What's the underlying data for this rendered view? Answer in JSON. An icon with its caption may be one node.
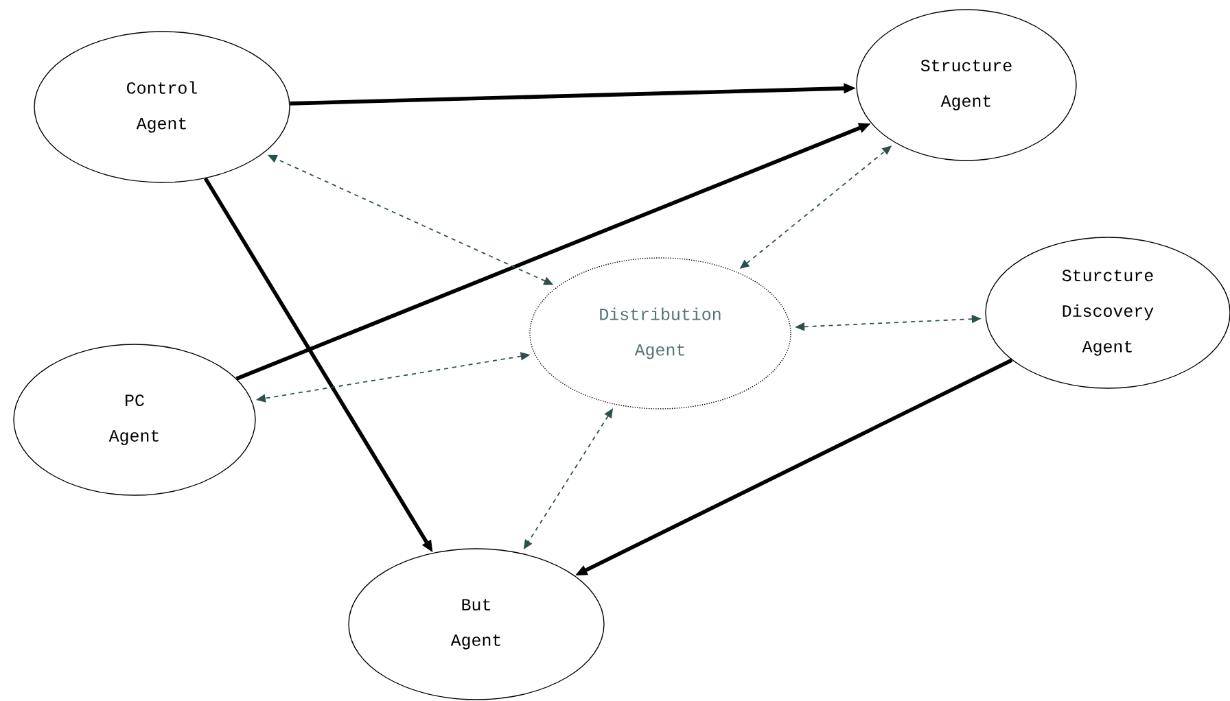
{
  "diagram": {
    "nodes": [
      {
        "text": [
          "Control Agent"
        ]
      },
      {
        "text": [
          "Structure Agent"
        ]
      },
      {
        "text": [
          "Distribution Agent"
        ]
      },
      {
        "text": [
          "Sturcture Discovery Agent"
        ]
      },
      {
        "text": [
          "PC Agent"
        ]
      },
      {
        "text": [
          "But Agent"
        ]
      }
    ],
    "edges": [
      {
        "from": 0,
        "to": 1,
        "arrow": "to",
        "style": "thick"
      },
      {
        "from": 4,
        "to": 1,
        "arrow": "to",
        "style": "thick"
      },
      {
        "from": 0,
        "to": 5,
        "arrow": "to",
        "style": "thick"
      },
      {
        "from": 3,
        "to": 5,
        "arrow": "to",
        "style": "thick"
      },
      {
        "from": 2,
        "to": 0,
        "arrow": "both",
        "style": "dashed",
        "color": "#2f4f4f"
      },
      {
        "from": 2,
        "to": 1,
        "arrow": "both",
        "style": "dashed",
        "color": "#2f4f4f"
      },
      {
        "from": 2,
        "to": 3,
        "arrow": "both",
        "style": "dashed",
        "color": "#2f4f4f"
      },
      {
        "from": 2,
        "to": 4,
        "arrow": "both",
        "style": "dashed",
        "color": "#2f4f4f"
      },
      {
        "from": 2,
        "to": 5,
        "arrow": "both",
        "style": "dashed",
        "color": "#2f4f4f"
      }
    ]
  }
}
